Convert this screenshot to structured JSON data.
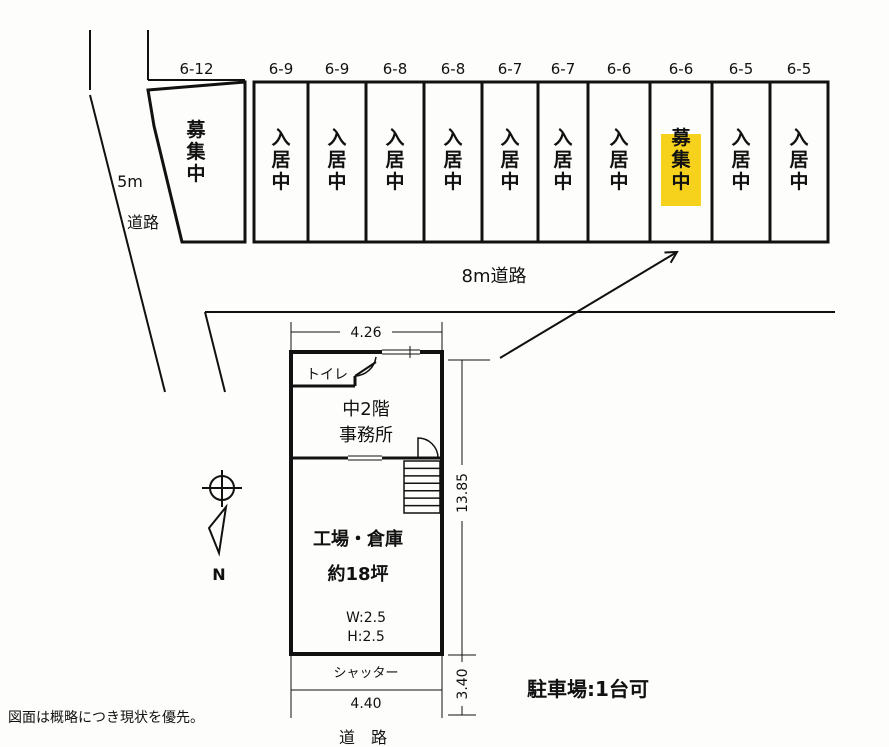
{
  "units_top": [
    {
      "lot": "6-12",
      "status": [
        "募",
        "集",
        "中"
      ],
      "highlight": false
    },
    {
      "lot": "6-9",
      "status": [
        "入",
        "居",
        "中"
      ],
      "highlight": false
    },
    {
      "lot": "6-9",
      "status": [
        "入",
        "居",
        "中"
      ],
      "highlight": false
    },
    {
      "lot": "6-8",
      "status": [
        "入",
        "居",
        "中"
      ],
      "highlight": false
    },
    {
      "lot": "6-8",
      "status": [
        "入",
        "居",
        "中"
      ],
      "highlight": false
    },
    {
      "lot": "6-7",
      "status": [
        "入",
        "居",
        "中"
      ],
      "highlight": false
    },
    {
      "lot": "6-7",
      "status": [
        "入",
        "居",
        "中"
      ],
      "highlight": false
    },
    {
      "lot": "6-6",
      "status": [
        "入",
        "居",
        "中"
      ],
      "highlight": false
    },
    {
      "lot": "6-6",
      "status": [
        "募",
        "集",
        "中"
      ],
      "highlight": true
    },
    {
      "lot": "6-5",
      "status": [
        "入",
        "居",
        "中"
      ],
      "highlight": false
    },
    {
      "lot": "6-5",
      "status": [
        "入",
        "居",
        "中"
      ],
      "highlight": false
    }
  ],
  "colors": {
    "highlight": "#f7d21c",
    "ink": "#111111"
  },
  "road_left_width": "5m",
  "road_left_name": "道路",
  "road_main": "8m道路",
  "compass_north": "N",
  "plan": {
    "width_top": "4.26",
    "toilet": "トイレ",
    "mezz_line1": "中2階",
    "mezz_line2": "事務所",
    "main_line1": "工場・倉庫",
    "main_line2": "約18坪",
    "door_w": "W:2.5",
    "door_h": "H:2.5",
    "depth": "13.85",
    "shutter": "シャッター",
    "apron_depth": "3.40",
    "width_bottom": "4.40"
  },
  "road_bottom": "道　路",
  "parking": "駐車場:1台可",
  "note": "図面は概略につき現状を優先。"
}
